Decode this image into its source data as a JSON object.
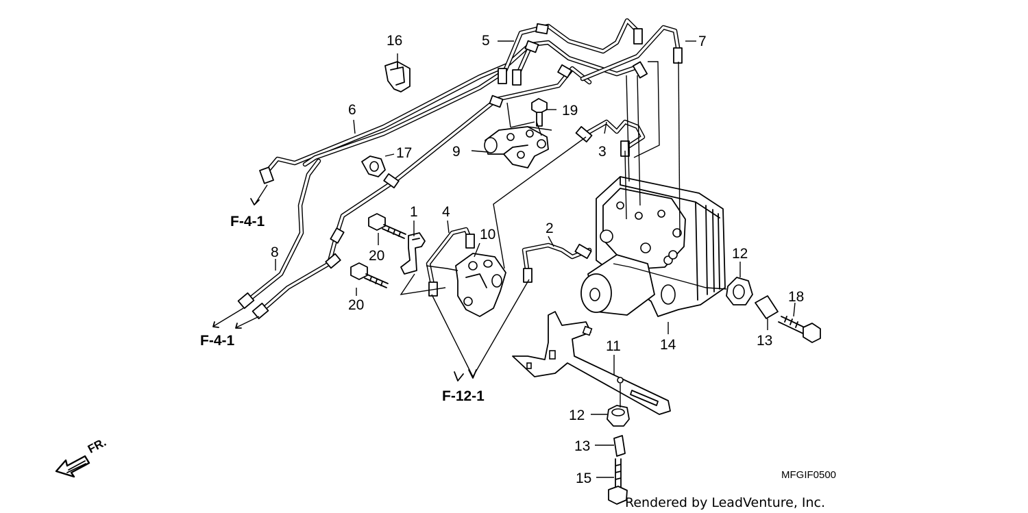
{
  "diagram": {
    "part_numbers": [
      "1",
      "2",
      "3",
      "4",
      "5",
      "6",
      "7",
      "8",
      "9",
      "10",
      "11",
      "12",
      "12",
      "13",
      "13",
      "14",
      "15",
      "16",
      "17",
      "18",
      "19",
      "20",
      "20"
    ],
    "references": [
      "F-4-1",
      "F-4-1",
      "F-12-1"
    ],
    "direction_label": "FR.",
    "drawing_code": "MFGIF0500",
    "credit": "Rendered by LeadVenture, Inc."
  }
}
